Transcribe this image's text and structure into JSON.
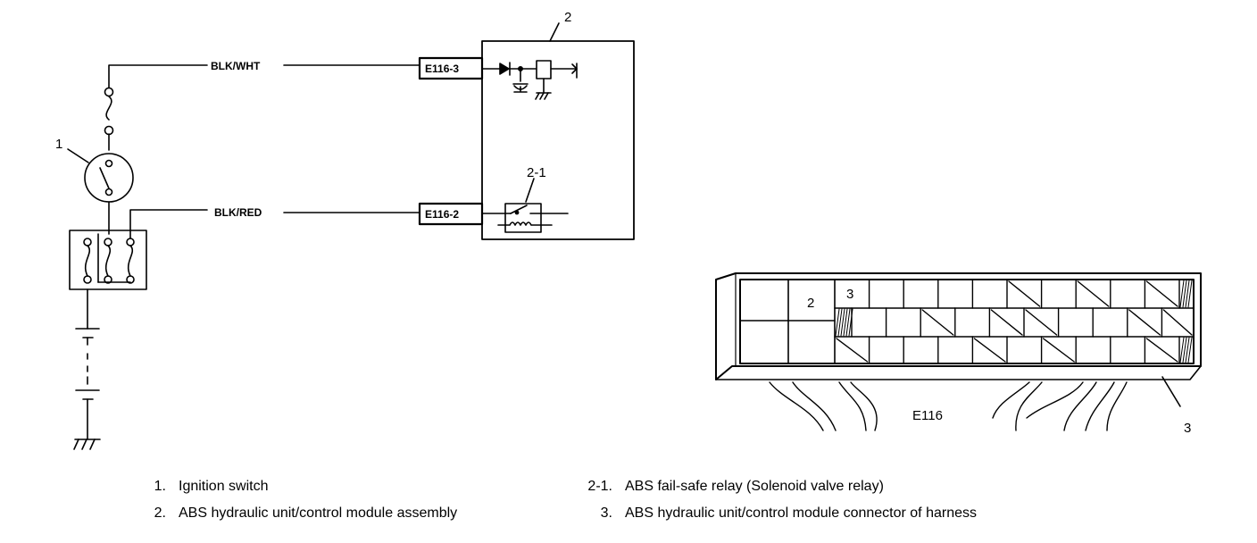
{
  "callouts": {
    "ignition_switch": "1",
    "control_module": "2",
    "failsafe_relay": "2-1",
    "cell_2": "2",
    "cell_3": "3",
    "harness_connector": "3"
  },
  "wires": {
    "upper": "BLK/WHT",
    "lower": "BLK/RED"
  },
  "connectors": {
    "upper_pin": "E116-3",
    "lower_pin": "E116-2",
    "harness": "E116"
  },
  "legend": [
    {
      "num": "1.",
      "text": "Ignition switch"
    },
    {
      "num": "2.",
      "text": "ABS hydraulic unit/control module assembly"
    },
    {
      "num": "2-1.",
      "text": "ABS fail-safe relay (Solenoid valve relay)"
    },
    {
      "num": "3.",
      "text": "ABS hydraulic unit/control module connector of harness"
    }
  ]
}
